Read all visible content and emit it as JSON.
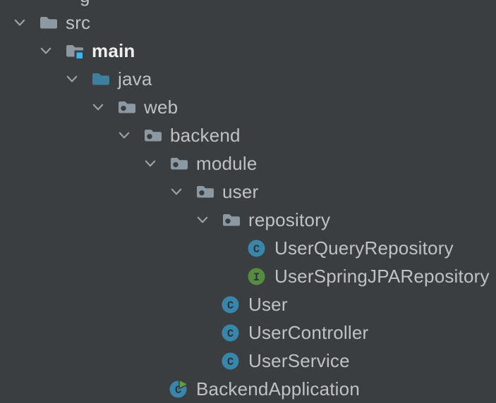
{
  "colors": {
    "background": "#3B3E40",
    "text": "#BFC2C4",
    "text_bold": "#EDEEEE",
    "chevron": "#9DA0A2",
    "folder": "#8C99A2",
    "source_folder": "#3E7E9E",
    "sources_root_badge": "#40B4E5",
    "class_circle": "#3A86AB",
    "interface_circle": "#578C40",
    "icon_letter": "#26343A",
    "run_arrow": "#5BA33C"
  },
  "tree": {
    "partial_top_row": {
      "visible_text": "g"
    },
    "icon_letters": {
      "class": "C",
      "interface": "I",
      "runnable-class": "C"
    },
    "rows": [
      {
        "label": "src",
        "level": 0,
        "icon": "folder",
        "expanded": true,
        "bold": false
      },
      {
        "label": "main",
        "level": 1,
        "icon": "sources-root-folder",
        "expanded": true,
        "bold": true
      },
      {
        "label": "java",
        "level": 2,
        "icon": "source-folder",
        "expanded": true,
        "bold": false
      },
      {
        "label": "web",
        "level": 3,
        "icon": "package",
        "expanded": true,
        "bold": false
      },
      {
        "label": "backend",
        "level": 4,
        "icon": "package",
        "expanded": true,
        "bold": false
      },
      {
        "label": "module",
        "level": 5,
        "icon": "package",
        "expanded": true,
        "bold": false
      },
      {
        "label": "user",
        "level": 6,
        "icon": "package",
        "expanded": true,
        "bold": false
      },
      {
        "label": "repository",
        "level": 7,
        "icon": "package",
        "expanded": true,
        "bold": false
      },
      {
        "label": "UserQueryRepository",
        "level": 8,
        "icon": "class",
        "expanded": null,
        "bold": false
      },
      {
        "label": "UserSpringJPARepository",
        "level": 8,
        "icon": "interface",
        "expanded": null,
        "bold": false
      },
      {
        "label": "User",
        "level": 7,
        "icon": "class",
        "expanded": null,
        "bold": false
      },
      {
        "label": "UserController",
        "level": 7,
        "icon": "class",
        "expanded": null,
        "bold": false
      },
      {
        "label": "UserService",
        "level": 7,
        "icon": "class",
        "expanded": null,
        "bold": false
      },
      {
        "label": "BackendApplication",
        "level": 5,
        "icon": "runnable-class",
        "expanded": null,
        "bold": false
      }
    ]
  }
}
